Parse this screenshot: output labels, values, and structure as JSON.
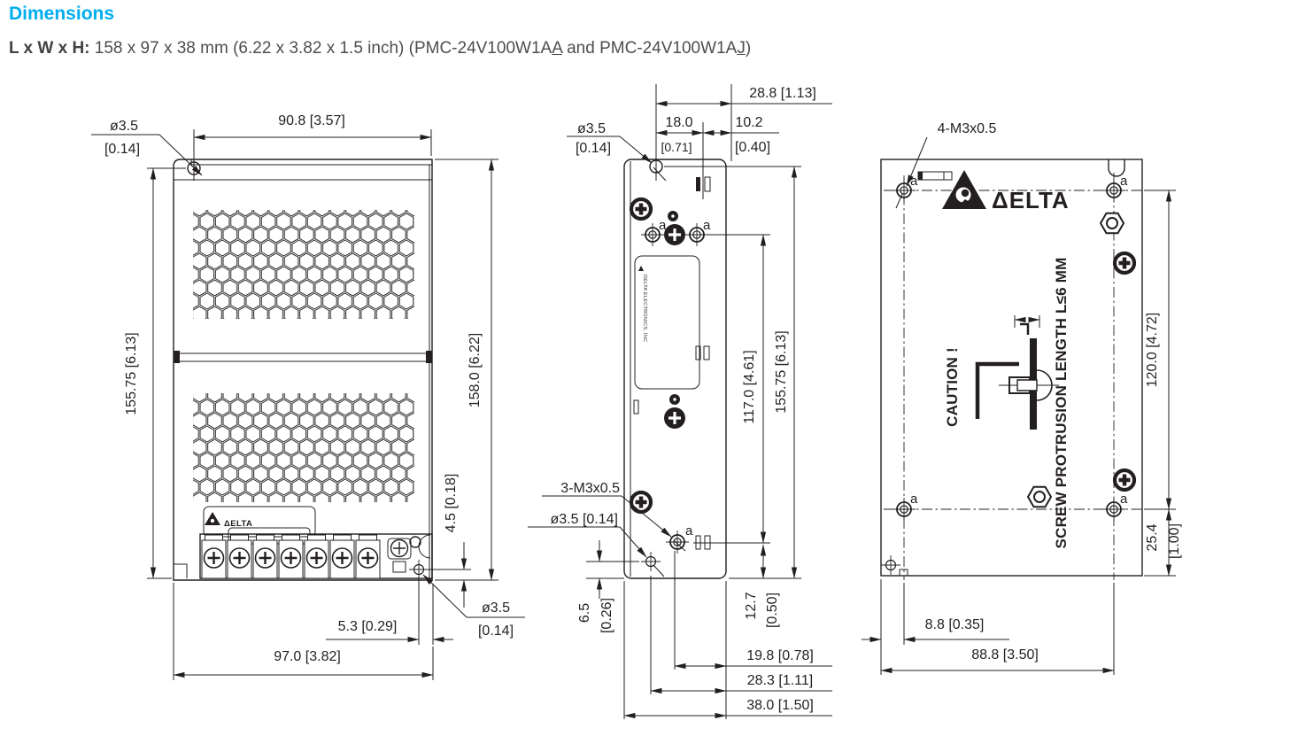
{
  "colors": {
    "accent": "#00AEEF",
    "ink": "#231f20",
    "text_gray": "#4d4e50"
  },
  "header": {
    "title": "Dimensions",
    "dims_label": "L x W x H:",
    "dims_text": " 158 x 97 x 38 mm (6.22 x 3.82 x 1.5 inch) (PMC-24V100W1A",
    "model_a_suffix": "A",
    "dims_text2": " and PMC-24V100W1A",
    "model_j_suffix": "J",
    "dims_text3": ")"
  },
  "front_view": {
    "brand": "ΔELTA",
    "dims": {
      "hole_top_dia": "ø3.5",
      "hole_top_dia_in": "[0.14]",
      "top_width": "90.8 [3.57]",
      "left_height": "155.75 [6.13]",
      "right_height": "158.0 [6.22]",
      "bottom_inset": "4.5 [0.18]",
      "bottom_hole_dia": "ø3.5",
      "bottom_hole_dia_in": "[0.14]",
      "screw_offset": "5.3 [0.29]",
      "total_width": "97.0 [3.82]"
    }
  },
  "side_view": {
    "label_text": "DELTA ELECTRONICS, INC",
    "hole_labels": [
      "a",
      "a",
      "a"
    ],
    "dims": {
      "top_total": "28.8 [1.13]",
      "top_left": "18.0",
      "top_left_in": "[0.71]",
      "top_right": "10.2",
      "top_right_in": "[0.40]",
      "hole_dia": "ø3.5",
      "hole_dia_in": "[0.14]",
      "screws_note": "3-M3x0.5",
      "hole_dia2": "ø3.5 [0.14]",
      "mid_height": "117.0 [4.61]",
      "total_height": "155.75 [6.13]",
      "bottom_left": "6.5",
      "bottom_left_in": "[0.26]",
      "bottom_right": "12.7",
      "bottom_right_in": "[0.50]",
      "d1": "19.8 [0.78]",
      "d2": "28.3 [1.11]",
      "d3": "38.0 [1.50]"
    }
  },
  "back_view": {
    "brand": "ΔELTA",
    "screws_note": "4-M3x0.5",
    "caution_line1": "CAUTION !",
    "caution_line2": "SCREW PROTRUSION LENGTH  L≤6 MM",
    "hole_labels": [
      "a",
      "a",
      "a",
      "a"
    ],
    "dims": {
      "right_height": "120.0 [4.72]",
      "corner_height": "25.4",
      "corner_height_in": "[1.00]",
      "hole_offset": "8.8 [0.35]",
      "mount_width": "88.8 [3.50]"
    }
  }
}
